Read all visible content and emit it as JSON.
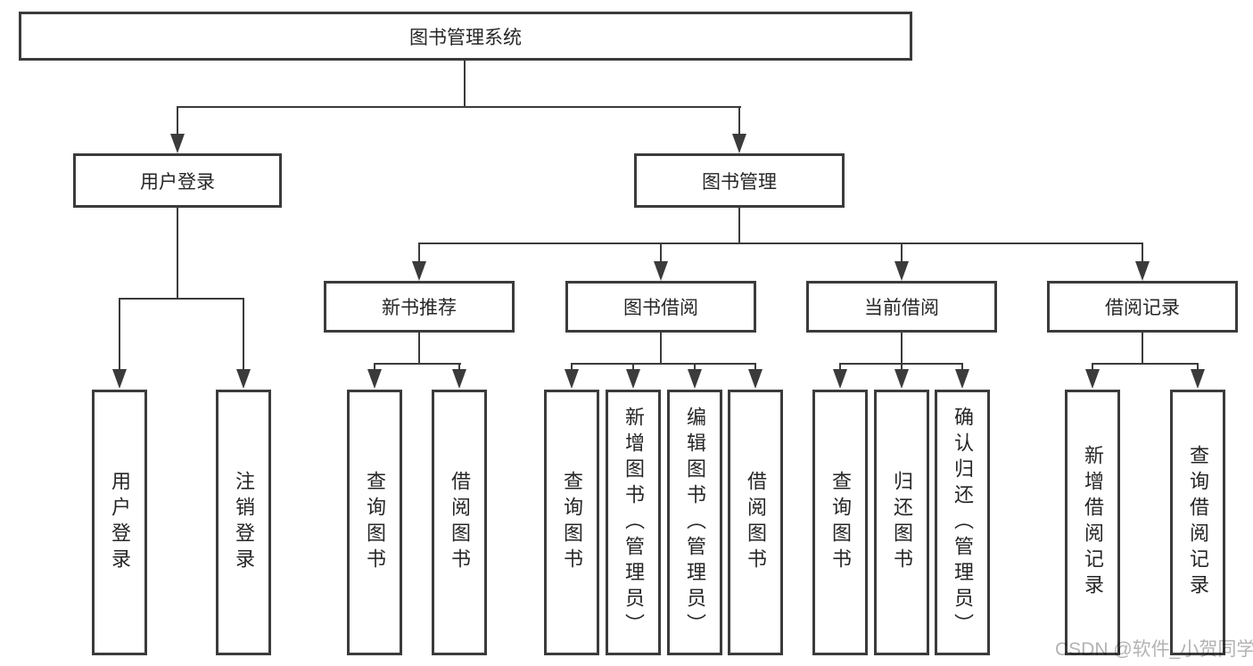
{
  "diagram": {
    "nodes": {
      "root": {
        "label": "图书管理系统"
      },
      "level2": [
        {
          "id": "user-login",
          "label": "用户登录"
        },
        {
          "id": "book-management",
          "label": "图书管理"
        }
      ],
      "level3": [
        {
          "id": "new-book-recommend",
          "label": "新书推荐",
          "parent": "图书管理"
        },
        {
          "id": "book-borrow",
          "label": "图书借阅",
          "parent": "图书管理"
        },
        {
          "id": "current-borrow",
          "label": "当前借阅",
          "parent": "图书管理"
        },
        {
          "id": "borrow-records",
          "label": "借阅记录",
          "parent": "图书管理"
        }
      ],
      "leaves": [
        {
          "label": "用户登录",
          "parent": "用户登录"
        },
        {
          "label": "注销登录",
          "parent": "用户登录"
        },
        {
          "label": "查询图书",
          "parent": "新书推荐"
        },
        {
          "label": "借阅图书",
          "parent": "新书推荐"
        },
        {
          "label": "查询图书",
          "parent": "图书借阅"
        },
        {
          "label": "新增图书（管理员）",
          "parent": "图书借阅"
        },
        {
          "label": "编辑图书（管理员）",
          "parent": "图书借阅"
        },
        {
          "label": "借阅图书",
          "parent": "图书借阅"
        },
        {
          "label": "查询图书",
          "parent": "当前借阅"
        },
        {
          "label": "归还图书",
          "parent": "当前借阅"
        },
        {
          "label": "确认归还（管理员）",
          "parent": "当前借阅"
        },
        {
          "label": "新增借阅记录",
          "parent": "借阅记录"
        },
        {
          "label": "查询借阅记录",
          "parent": "借阅记录"
        }
      ]
    },
    "watermark": "CSDN @软件_小贺同学",
    "colors": {
      "line": "#3b3b3b",
      "text": "#262626",
      "watermark": "#b3b3b3",
      "background": "#ffffff"
    }
  }
}
